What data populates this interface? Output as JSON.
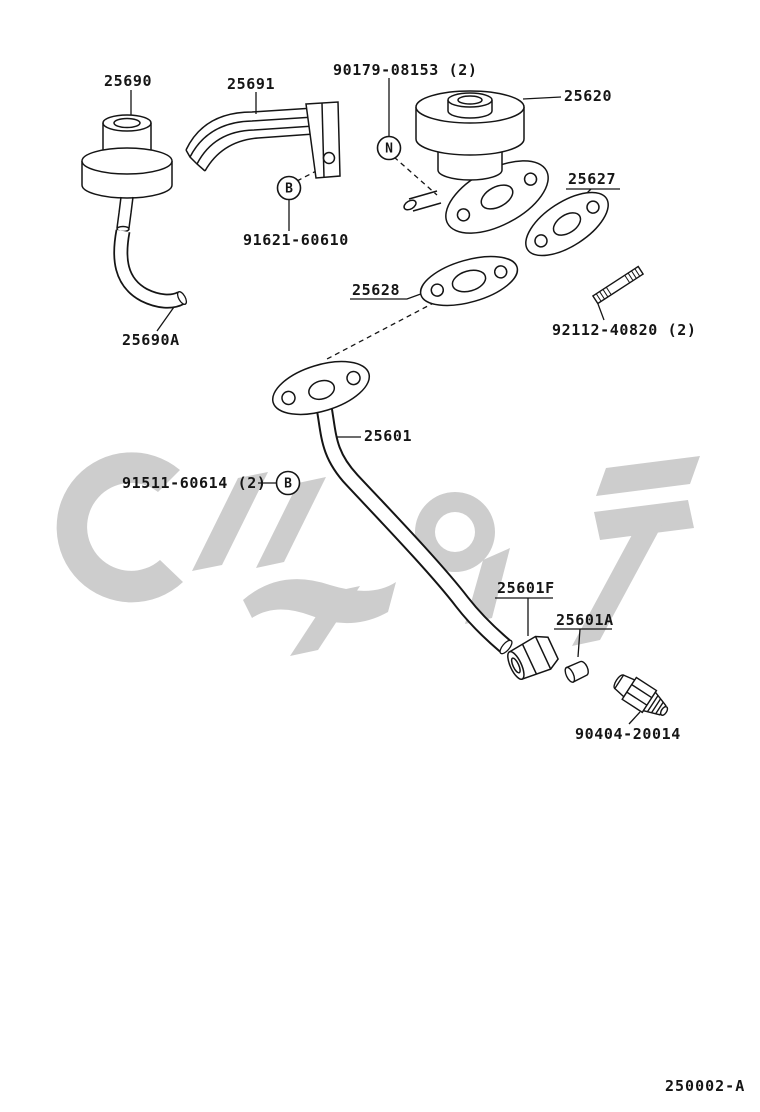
{
  "page": {
    "background_color": "#ffffff",
    "line_color": "#151515",
    "watermark_color": "#cdcdcd"
  },
  "labels": {
    "modulator": "25690",
    "clamp": "25691",
    "nut_90179": "90179-08153 (2)",
    "egr_valve": "25620",
    "gasket_25627": "25627",
    "bolt_91621": "91621-60610",
    "gasket_25628": "25628",
    "stud_92112": "92112-40820 (2)",
    "hose": "25690A",
    "pipe": "25601",
    "bolt_91511": "91511-60614 (2)",
    "pipe_nut": "25601F",
    "pipe_bush": "25601A",
    "union_90404": "90404-20014"
  },
  "balloons": {
    "n": "N",
    "b": "B"
  },
  "footer": {
    "drawing_number": "250002-A"
  }
}
